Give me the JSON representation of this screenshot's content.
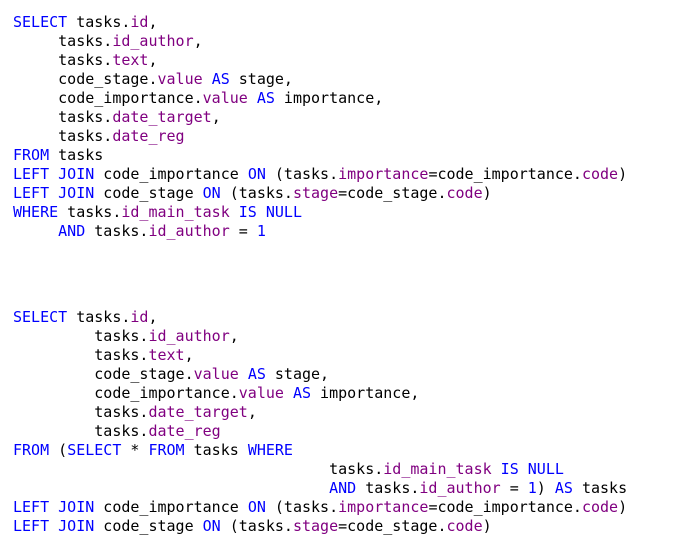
{
  "colors": {
    "keyword": "#0000ff",
    "property": "#800080",
    "text": "#000000",
    "background": "#ffffff"
  },
  "blocks": [
    {
      "lines": [
        [
          [
            "kw",
            "SELECT"
          ],
          [
            "tx",
            " tasks."
          ],
          [
            "pr",
            "id"
          ],
          [
            "tx",
            ","
          ]
        ],
        [
          [
            "tx",
            "     tasks."
          ],
          [
            "pr",
            "id_author"
          ],
          [
            "tx",
            ","
          ]
        ],
        [
          [
            "tx",
            "     tasks."
          ],
          [
            "pr",
            "text"
          ],
          [
            "tx",
            ","
          ]
        ],
        [
          [
            "tx",
            "     code_stage."
          ],
          [
            "pr",
            "value"
          ],
          [
            "tx",
            " "
          ],
          [
            "kw",
            "AS"
          ],
          [
            "tx",
            " stage,"
          ]
        ],
        [
          [
            "tx",
            "     code_importance."
          ],
          [
            "pr",
            "value"
          ],
          [
            "tx",
            " "
          ],
          [
            "kw",
            "AS"
          ],
          [
            "tx",
            " importance,"
          ]
        ],
        [
          [
            "tx",
            "     tasks."
          ],
          [
            "pr",
            "date_target"
          ],
          [
            "tx",
            ","
          ]
        ],
        [
          [
            "tx",
            "     tasks."
          ],
          [
            "pr",
            "date_reg"
          ]
        ],
        [
          [
            "kw",
            "FROM"
          ],
          [
            "tx",
            " tasks"
          ]
        ],
        [
          [
            "kw",
            "LEFT JOIN"
          ],
          [
            "tx",
            " code_importance "
          ],
          [
            "kw",
            "ON"
          ],
          [
            "tx",
            " (tasks."
          ],
          [
            "pr",
            "importance"
          ],
          [
            "tx",
            "=code_importance."
          ],
          [
            "pr",
            "code"
          ],
          [
            "tx",
            ")"
          ]
        ],
        [
          [
            "kw",
            "LEFT JOIN"
          ],
          [
            "tx",
            " code_stage "
          ],
          [
            "kw",
            "ON"
          ],
          [
            "tx",
            " (tasks."
          ],
          [
            "pr",
            "stage"
          ],
          [
            "tx",
            "=code_stage."
          ],
          [
            "pr",
            "code"
          ],
          [
            "tx",
            ")"
          ]
        ],
        [
          [
            "kw",
            "WHERE"
          ],
          [
            "tx",
            " tasks."
          ],
          [
            "pr",
            "id_main_task"
          ],
          [
            "tx",
            " "
          ],
          [
            "kw",
            "IS NULL"
          ]
        ],
        [
          [
            "tx",
            "     "
          ],
          [
            "kw",
            "AND"
          ],
          [
            "tx",
            " tasks."
          ],
          [
            "pr",
            "id_author"
          ],
          [
            "tx",
            " = "
          ],
          [
            "kw",
            "1"
          ]
        ]
      ]
    },
    {
      "lines": [
        [
          [
            "kw",
            "SELECT"
          ],
          [
            "tx",
            " tasks."
          ],
          [
            "pr",
            "id"
          ],
          [
            "tx",
            ","
          ]
        ],
        [
          [
            "tx",
            "         tasks."
          ],
          [
            "pr",
            "id_author"
          ],
          [
            "tx",
            ","
          ]
        ],
        [
          [
            "tx",
            "         tasks."
          ],
          [
            "pr",
            "text"
          ],
          [
            "tx",
            ","
          ]
        ],
        [
          [
            "tx",
            "         code_stage."
          ],
          [
            "pr",
            "value"
          ],
          [
            "tx",
            " "
          ],
          [
            "kw",
            "AS"
          ],
          [
            "tx",
            " stage,"
          ]
        ],
        [
          [
            "tx",
            "         code_importance."
          ],
          [
            "pr",
            "value"
          ],
          [
            "tx",
            " "
          ],
          [
            "kw",
            "AS"
          ],
          [
            "tx",
            " importance,"
          ]
        ],
        [
          [
            "tx",
            "         tasks."
          ],
          [
            "pr",
            "date_target"
          ],
          [
            "tx",
            ","
          ]
        ],
        [
          [
            "tx",
            "         tasks."
          ],
          [
            "pr",
            "date_reg"
          ]
        ],
        [
          [
            "kw",
            "FROM"
          ],
          [
            "tx",
            " ("
          ],
          [
            "kw",
            "SELECT"
          ],
          [
            "tx",
            " * "
          ],
          [
            "kw",
            "FROM"
          ],
          [
            "tx",
            " tasks "
          ],
          [
            "kw",
            "WHERE"
          ]
        ],
        [
          [
            "tx",
            "                                   tasks."
          ],
          [
            "pr",
            "id_main_task"
          ],
          [
            "tx",
            " "
          ],
          [
            "kw",
            "IS NULL"
          ]
        ],
        [
          [
            "tx",
            "                                   "
          ],
          [
            "kw",
            "AND"
          ],
          [
            "tx",
            " tasks."
          ],
          [
            "pr",
            "id_author"
          ],
          [
            "tx",
            " = "
          ],
          [
            "kw",
            "1"
          ],
          [
            "tx",
            ") "
          ],
          [
            "kw",
            "AS"
          ],
          [
            "tx",
            " tasks"
          ]
        ],
        [
          [
            "kw",
            "LEFT JOIN"
          ],
          [
            "tx",
            " code_importance "
          ],
          [
            "kw",
            "ON"
          ],
          [
            "tx",
            " (tasks."
          ],
          [
            "pr",
            "importance"
          ],
          [
            "tx",
            "=code_importance."
          ],
          [
            "pr",
            "code"
          ],
          [
            "tx",
            ")"
          ]
        ],
        [
          [
            "kw",
            "LEFT JOIN"
          ],
          [
            "tx",
            " code_stage "
          ],
          [
            "kw",
            "ON"
          ],
          [
            "tx",
            " (tasks."
          ],
          [
            "pr",
            "stage"
          ],
          [
            "tx",
            "=code_stage."
          ],
          [
            "pr",
            "code"
          ],
          [
            "tx",
            ")"
          ]
        ]
      ]
    }
  ]
}
